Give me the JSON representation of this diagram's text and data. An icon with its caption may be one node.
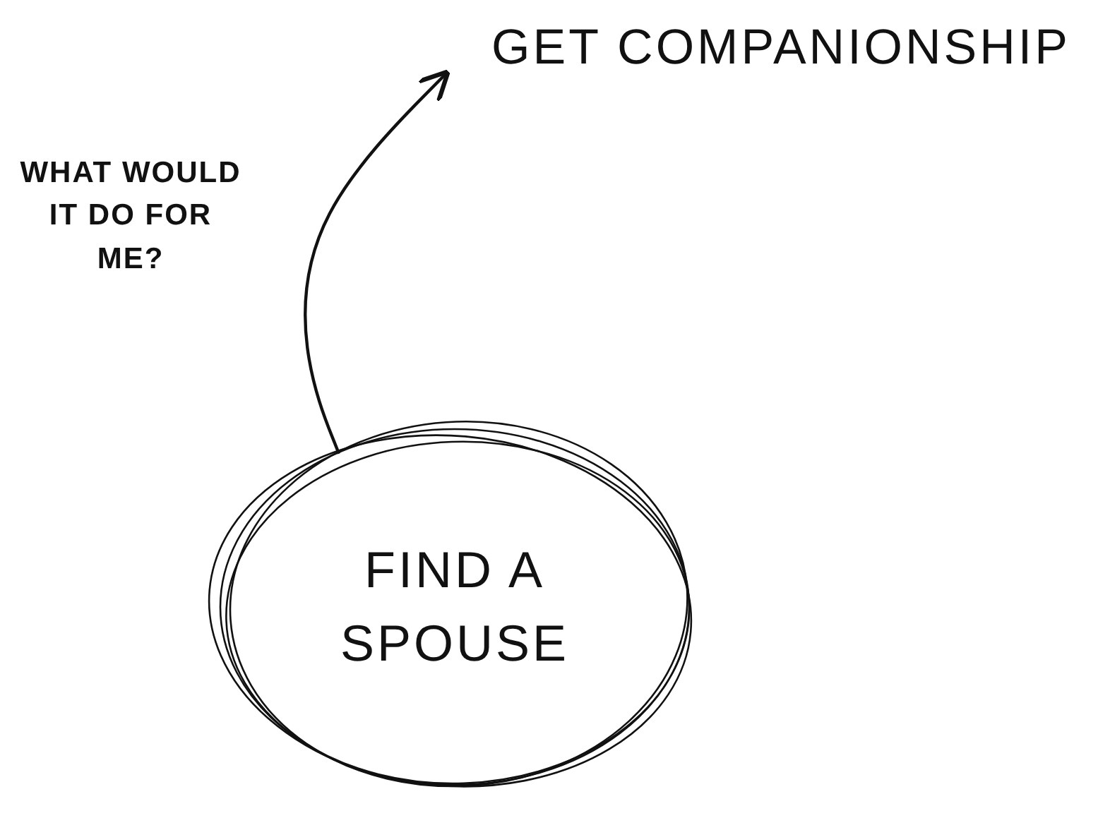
{
  "diagram": {
    "nodes": [
      {
        "text": [
          "GET COMPANIONSHIP"
        ]
      },
      {
        "text": [
          "FIND A SPOUSE"
        ]
      }
    ],
    "edges": [
      {
        "from": 1,
        "to": 0,
        "arrow": "to",
        "label": "WHAT WOULD IT DO FOR ME?"
      }
    ]
  }
}
